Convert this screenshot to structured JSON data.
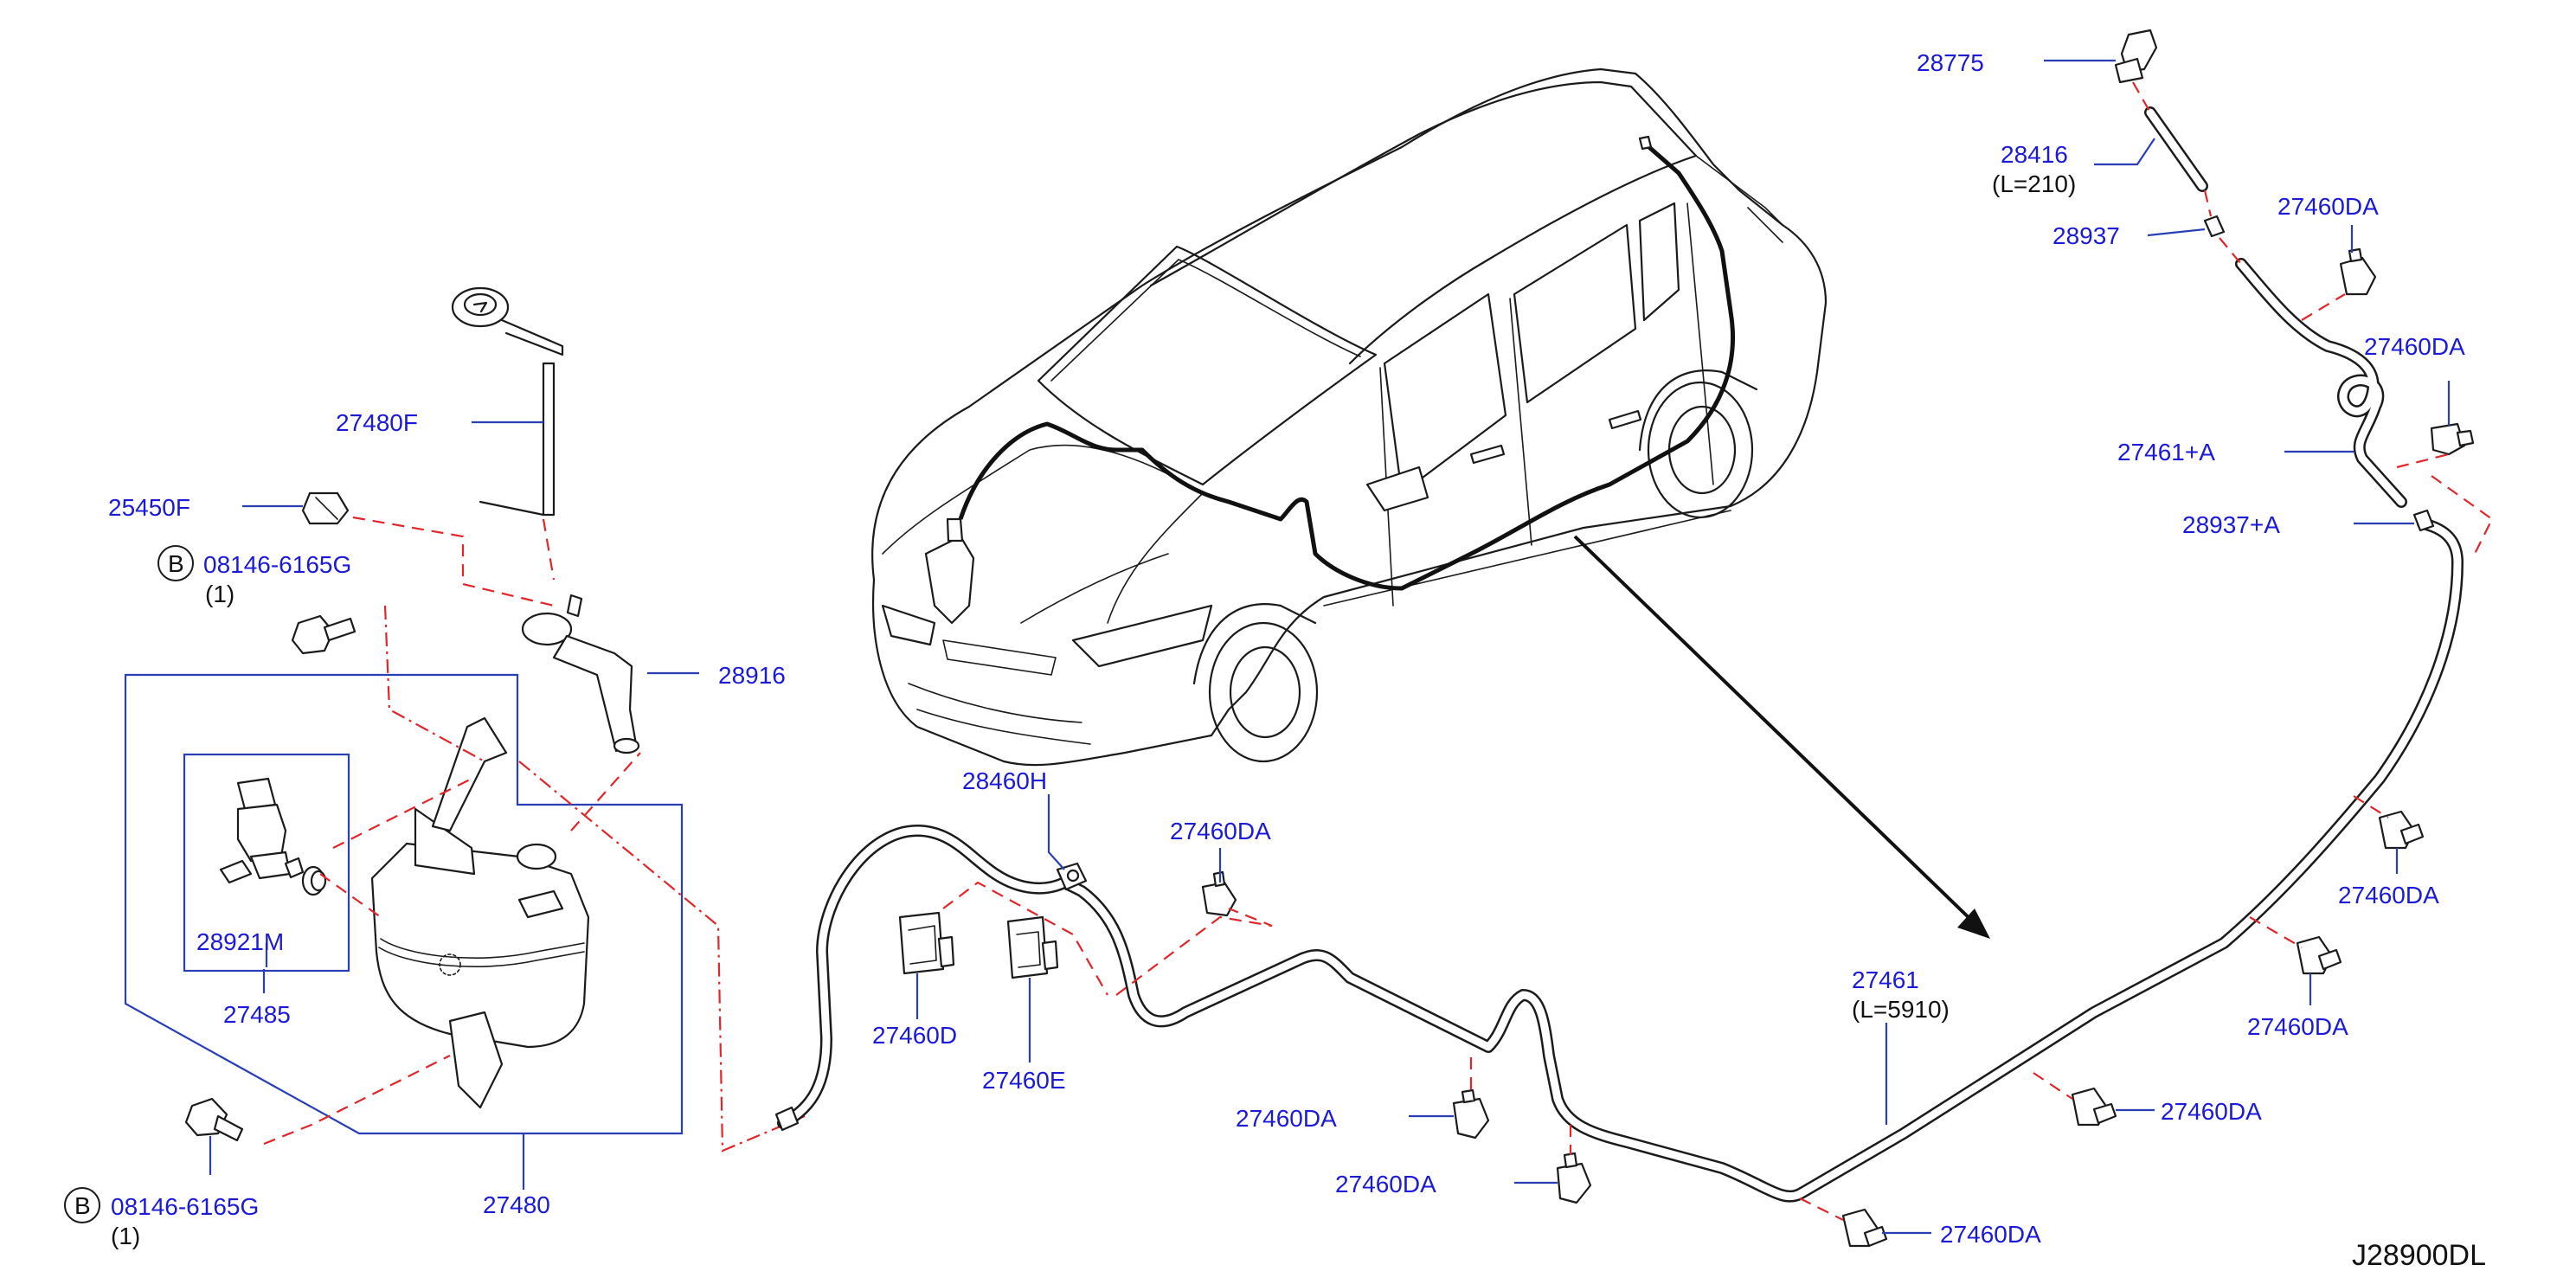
{
  "diagram": {
    "code": "J28900DL",
    "parts": {
      "p28775": "28775",
      "p28416": "28416",
      "p28416_len": "(L=210)",
      "p28937": "28937",
      "p27460DA_a": "27460DA",
      "p27460DA_b": "27460DA",
      "p27461A": "27461+A",
      "p28937A": "28937+A",
      "p27480F": "27480F",
      "p25450F": "25450F",
      "p08146_top": "08146-6165G",
      "p08146_top_qty": "(1)",
      "p08146_top_badge": "B",
      "p28916": "28916",
      "p28460H": "28460H",
      "p27460DA_c": "27460DA",
      "p28921M": "28921M",
      "p27485": "27485",
      "p27460D": "27460D",
      "p27460E": "27460E",
      "p27460DA_d": "27460DA",
      "p27460DA_e": "27460DA",
      "p27461": "27461",
      "p27461_len": "(L=5910)",
      "p27460DA_f": "27460DA",
      "p27460DA_g": "27460DA",
      "p27460DA_h": "27460DA",
      "p27460DA_i": "27460DA",
      "p08146_bot": "08146-6165G",
      "p08146_bot_qty": "(1)",
      "p08146_bot_badge": "B",
      "p27480": "27480"
    },
    "colors": {
      "label": "#1a1ad8",
      "leader": "#2a3fb5",
      "dashed_guide": "#e0262a",
      "ink": "#1b1b1b"
    }
  }
}
